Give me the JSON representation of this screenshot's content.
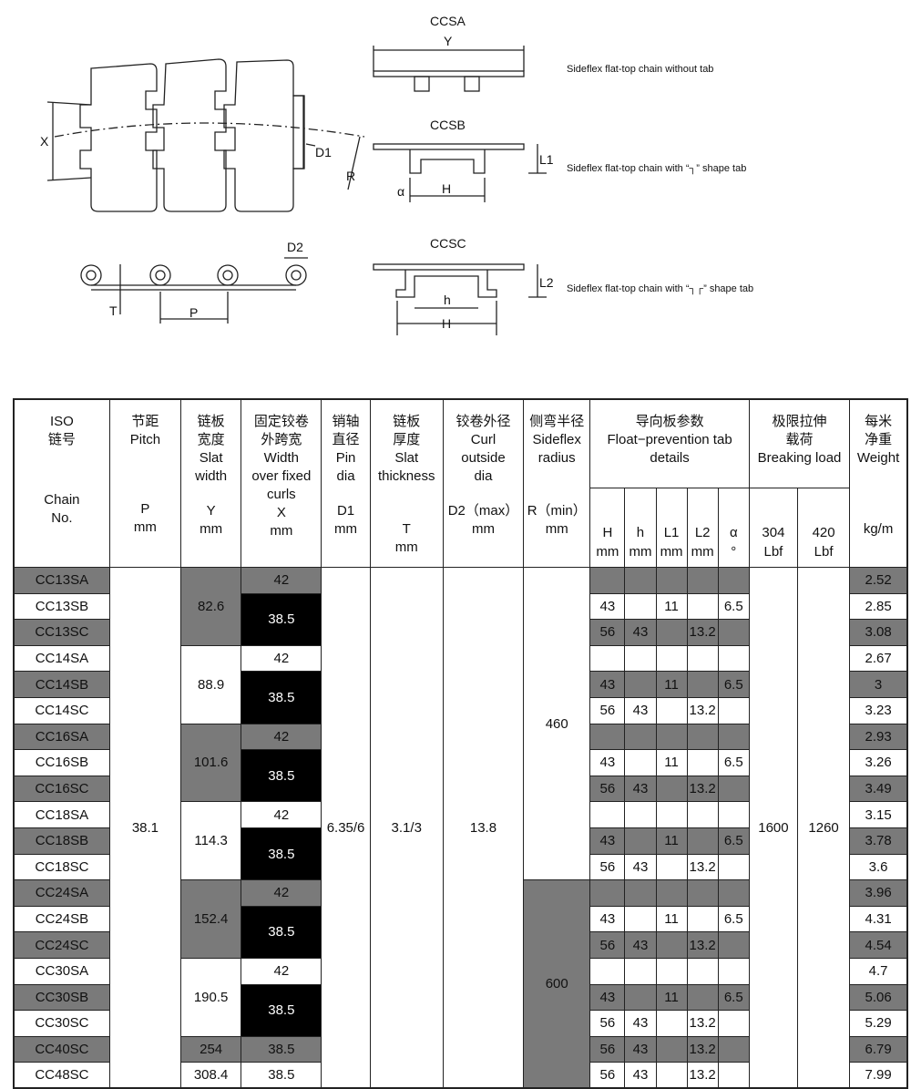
{
  "drawings": {
    "labels": {
      "x": "X",
      "d1": "D1",
      "r": "R",
      "d2": "D2",
      "t": "T",
      "p": "P",
      "ccsa": "CCSA",
      "y": "Y",
      "ccsb": "CCSB",
      "l1": "L1",
      "alpha": "α",
      "h": "H",
      "ccsc": "CCSC",
      "l2": "L2",
      "h_small": "h",
      "h2": "H"
    },
    "captions": {
      "ccsa": "Sideflex flat-top chain without tab",
      "ccsb": "Sideflex flat-top chain with “┐” shape tab",
      "ccsc": "Sideflex flat-top chain with “┐┌” shape tab"
    }
  },
  "table": {
    "headers": {
      "chain_no": {
        "cn": "ISO\n链号",
        "en": "",
        "unit": "Chain\nNo."
      },
      "pitch": {
        "cn": "节距",
        "en": "Pitch",
        "unit": "P\nmm"
      },
      "slat_width": {
        "cn": "链板\n宽度",
        "en": "Slat\nwidth",
        "unit": "Y\nmm"
      },
      "width_curls": {
        "cn": "固定铰卷\n外跨宽",
        "en": "Width\nover fixed\ncurls",
        "unit": "X\nmm"
      },
      "pin_dia": {
        "cn": "销轴\n直径",
        "en": "Pin\ndia",
        "unit": "D1\nmm"
      },
      "slat_thickness": {
        "cn": "链板\n厚度",
        "en": "Slat\nthickness",
        "unit": "T\nmm"
      },
      "curl_dia": {
        "cn": "铰卷外径",
        "en": "Curl\noutside\ndia",
        "unit": "D2（max）\nmm"
      },
      "sideflex_radius": {
        "cn": "侧弯半径",
        "en": "Sideflex\nradius",
        "unit": "R（min）\nmm"
      },
      "tab_details": {
        "cn": "导向板参数",
        "en": "Float−prevention tab\ndetails"
      },
      "breaking_load": {
        "cn": "极限拉伸\n载荷",
        "en": "Breaking load"
      },
      "weight": {
        "cn": "每米\n净重",
        "en": "Weight",
        "unit": "kg/m"
      },
      "tab_cols": [
        {
          "name": "H",
          "unit": "mm"
        },
        {
          "name": "h",
          "unit": "mm"
        },
        {
          "name": "L1",
          "unit": "mm"
        },
        {
          "name": "L2",
          "unit": "mm"
        },
        {
          "name": "α",
          "unit": "°"
        }
      ],
      "load_cols": [
        {
          "name": "304",
          "unit": "Lbf"
        },
        {
          "name": "420",
          "unit": "Lbf"
        }
      ]
    },
    "shared": {
      "pitch": "38.1",
      "pin_dia": "6.35/6",
      "slat_thickness": "3.1/3",
      "curl_dia": "13.8",
      "radius_460": "460",
      "radius_600": "600",
      "load_304": "1600",
      "load_420": "1260"
    },
    "rows": [
      {
        "chain": "CC13SA",
        "Y": "82.6",
        "X": "42",
        "H": "",
        "h": "",
        "L1": "",
        "L2": "",
        "a": "",
        "w": "2.52"
      },
      {
        "chain": "CC13SB",
        "Y": "",
        "X": "38.5",
        "H": "43",
        "h": "",
        "L1": "11",
        "L2": "",
        "a": "6.5",
        "w": "2.85"
      },
      {
        "chain": "CC13SC",
        "Y": "",
        "X": "",
        "H": "56",
        "h": "43",
        "L1": "",
        "L2": "13.2",
        "a": "",
        "w": "3.08"
      },
      {
        "chain": "CC14SA",
        "Y": "88.9",
        "X": "42",
        "H": "",
        "h": "",
        "L1": "",
        "L2": "",
        "a": "",
        "w": "2.67"
      },
      {
        "chain": "CC14SB",
        "Y": "",
        "X": "38.5",
        "H": "43",
        "h": "",
        "L1": "11",
        "L2": "",
        "a": "6.5",
        "w": "3"
      },
      {
        "chain": "CC14SC",
        "Y": "",
        "X": "",
        "H": "56",
        "h": "43",
        "L1": "",
        "L2": "13.2",
        "a": "",
        "w": "3.23"
      },
      {
        "chain": "CC16SA",
        "Y": "101.6",
        "X": "42",
        "H": "",
        "h": "",
        "L1": "",
        "L2": "",
        "a": "",
        "w": "2.93"
      },
      {
        "chain": "CC16SB",
        "Y": "",
        "X": "38.5",
        "H": "43",
        "h": "",
        "L1": "11",
        "L2": "",
        "a": "6.5",
        "w": "3.26"
      },
      {
        "chain": "CC16SC",
        "Y": "",
        "X": "",
        "H": "56",
        "h": "43",
        "L1": "",
        "L2": "13.2",
        "a": "",
        "w": "3.49"
      },
      {
        "chain": "CC18SA",
        "Y": "114.3",
        "X": "42",
        "H": "",
        "h": "",
        "L1": "",
        "L2": "",
        "a": "",
        "w": "3.15"
      },
      {
        "chain": "CC18SB",
        "Y": "",
        "X": "38.5",
        "H": "43",
        "h": "",
        "L1": "11",
        "L2": "",
        "a": "6.5",
        "w": "3.78"
      },
      {
        "chain": "CC18SC",
        "Y": "",
        "X": "",
        "H": "56",
        "h": "43",
        "L1": "",
        "L2": "13.2",
        "a": "",
        "w": "3.6"
      },
      {
        "chain": "CC24SA",
        "Y": "152.4",
        "X": "42",
        "H": "",
        "h": "",
        "L1": "",
        "L2": "",
        "a": "",
        "w": "3.96"
      },
      {
        "chain": "CC24SB",
        "Y": "",
        "X": "38.5",
        "H": "43",
        "h": "",
        "L1": "11",
        "L2": "",
        "a": "6.5",
        "w": "4.31"
      },
      {
        "chain": "CC24SC",
        "Y": "",
        "X": "",
        "H": "56",
        "h": "43",
        "L1": "",
        "L2": "13.2",
        "a": "",
        "w": "4.54"
      },
      {
        "chain": "CC30SA",
        "Y": "190.5",
        "X": "42",
        "H": "",
        "h": "",
        "L1": "",
        "L2": "",
        "a": "",
        "w": "4.7"
      },
      {
        "chain": "CC30SB",
        "Y": "",
        "X": "38.5",
        "H": "43",
        "h": "",
        "L1": "11",
        "L2": "",
        "a": "6.5",
        "w": "5.06"
      },
      {
        "chain": "CC30SC",
        "Y": "",
        "X": "",
        "H": "56",
        "h": "43",
        "L1": "",
        "L2": "13.2",
        "a": "",
        "w": "5.29"
      },
      {
        "chain": "CC40SC",
        "Y": "254",
        "X": "38.5",
        "H": "56",
        "h": "43",
        "L1": "",
        "L2": "13.2",
        "a": "",
        "w": "6.79"
      },
      {
        "chain": "CC48SC",
        "Y": "308.4",
        "X": "38.5",
        "H": "56",
        "h": "43",
        "L1": "",
        "L2": "13.2",
        "a": "",
        "w": "7.99"
      }
    ]
  }
}
